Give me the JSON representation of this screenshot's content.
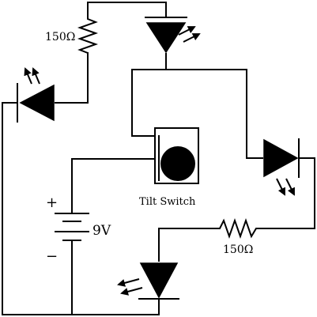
{
  "diagram": {
    "type": "circuit-schematic",
    "components": {
      "resistor_top": {
        "label": "150Ω"
      },
      "resistor_right": {
        "label": "150Ω"
      },
      "tilt_switch": {
        "label": "Tilt Switch"
      },
      "battery": {
        "voltage_label": "9V",
        "plus_label": "+",
        "minus_label": "−"
      },
      "leds": [
        {
          "name": "led-top"
        },
        {
          "name": "led-left"
        },
        {
          "name": "led-right"
        },
        {
          "name": "led-bottom"
        }
      ]
    }
  }
}
